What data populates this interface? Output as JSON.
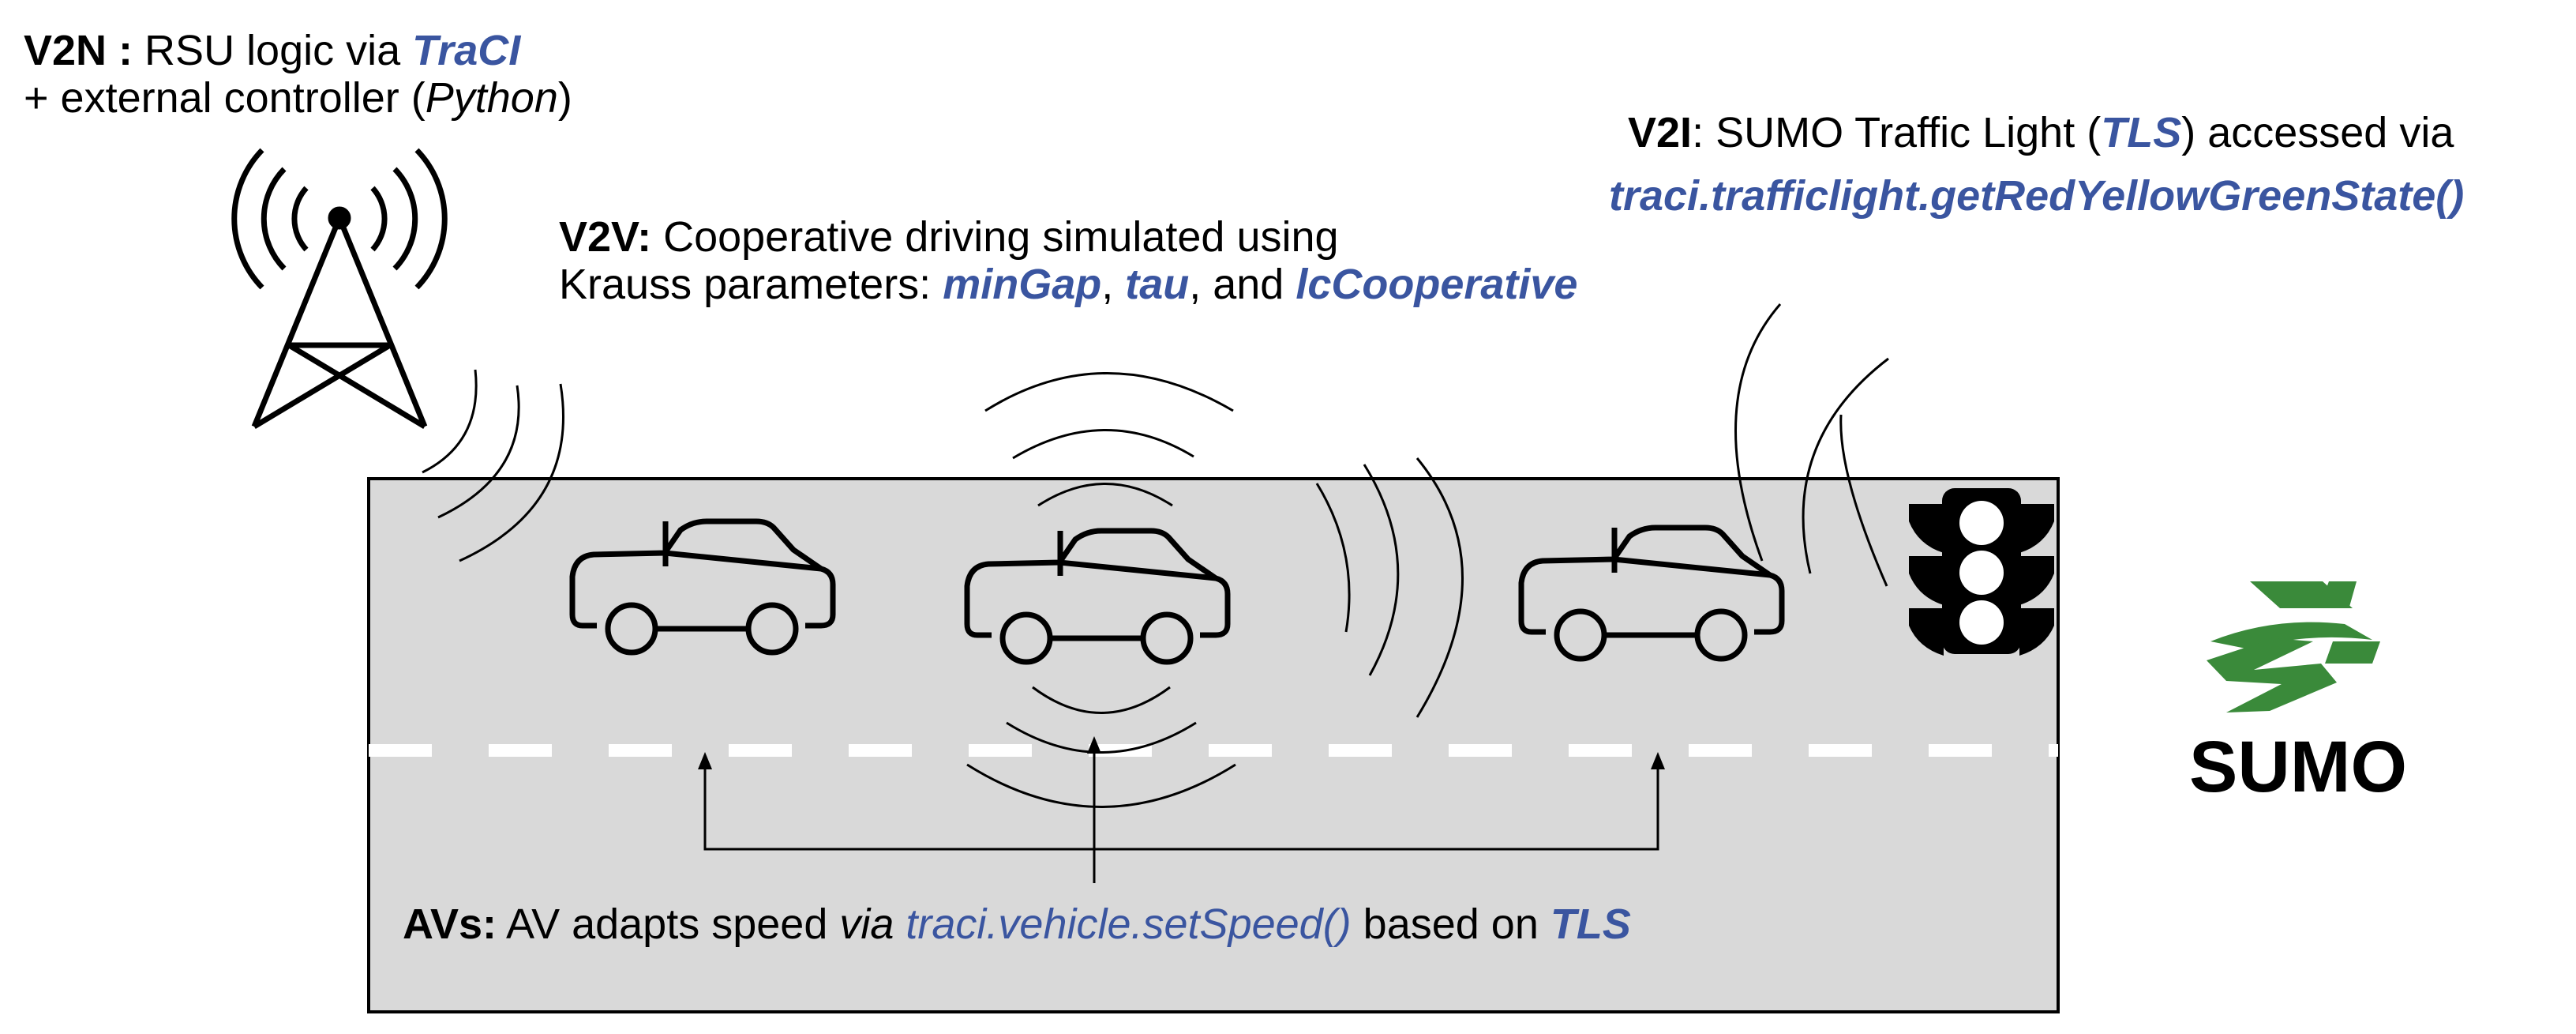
{
  "v2n": {
    "label": "V2N :",
    "text": " RSU logic via ",
    "tool": "TraCI",
    "line2_a": "+ external controller (",
    "line2_lang": "Python",
    "line2_b": ")"
  },
  "v2v": {
    "label": "V2V:",
    "text": " Cooperative driving simulated using",
    "line2_a": "Krauss parameters: ",
    "param1": "minGap",
    "sep1": ", ",
    "param2": "tau",
    "sep2": ", and ",
    "param3": "lcCooperative"
  },
  "v2i": {
    "label": "V2I",
    "text_a": ": SUMO Traffic Light (",
    "tls": "TLS",
    "text_b": ") accessed via",
    "api": "traci.trafficlight.getRedYellowGreenState()"
  },
  "avs": {
    "label": "AVs:",
    "text_a": " AV adapts speed ",
    "via": "via",
    "api": "traci.vehicle.setSpeed()",
    "text_b": " based on ",
    "tls": "TLS"
  },
  "logo": {
    "name": "SUMO",
    "color": "#3a8a3a"
  },
  "colors": {
    "accent": "#3a55a0",
    "road": "#d9d9d9",
    "lane_marking": "#ffffff"
  },
  "icons": [
    "antenna-tower-icon",
    "car-icon",
    "traffic-light-icon",
    "sumo-logo-icon"
  ]
}
